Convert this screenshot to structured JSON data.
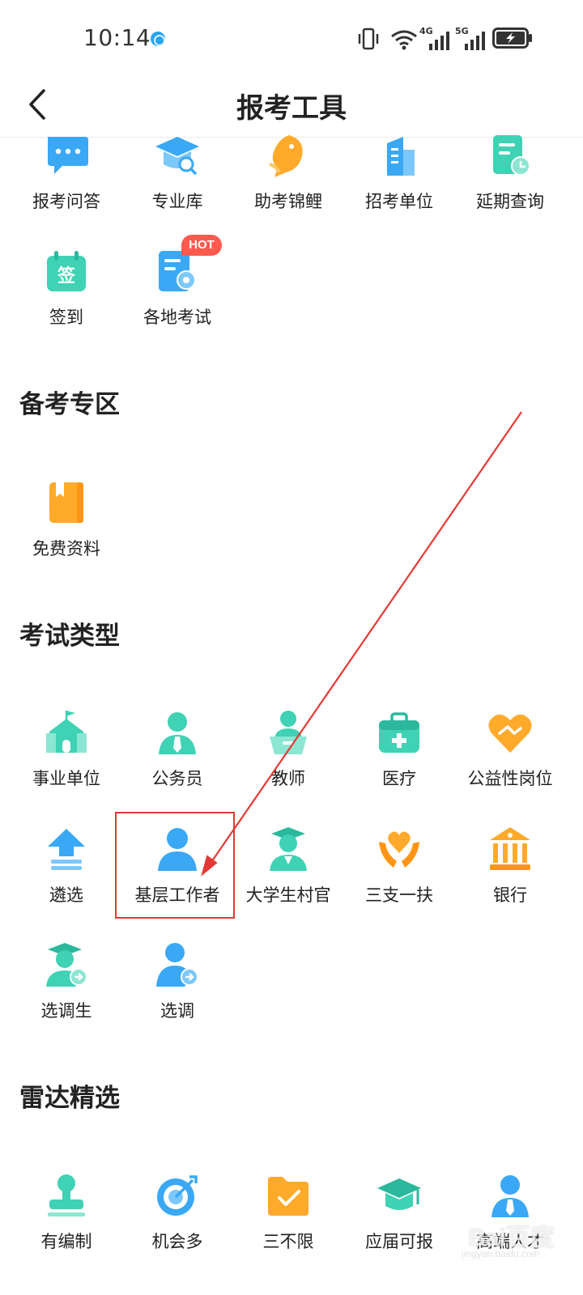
{
  "status_bar": {
    "time": "10:14",
    "net1": "4G",
    "net2": "5G"
  },
  "header": {
    "title": "报考工具"
  },
  "tools": [
    {
      "label": "报考问答",
      "icon": "chat-bubble-icon"
    },
    {
      "label": "专业库",
      "icon": "graduation-cap-search-icon"
    },
    {
      "label": "助考锦鲤",
      "icon": "koi-fish-icon"
    },
    {
      "label": "招考单位",
      "icon": "building-icon"
    },
    {
      "label": "延期查询",
      "icon": "document-clock-icon"
    },
    {
      "label": "签到",
      "icon": "calendar-sign-icon"
    },
    {
      "label": "各地考试",
      "icon": "document-location-icon",
      "badge": "HOT"
    }
  ],
  "sections": {
    "prep": {
      "title": "备考专区",
      "items": [
        {
          "label": "免费资料",
          "icon": "book-icon"
        }
      ]
    },
    "exam_types": {
      "title": "考试类型",
      "items": [
        {
          "label": "事业单位",
          "icon": "school-building-icon"
        },
        {
          "label": "公务员",
          "icon": "person-tie-icon"
        },
        {
          "label": "教师",
          "icon": "teacher-podium-icon"
        },
        {
          "label": "医疗",
          "icon": "medical-kit-icon"
        },
        {
          "label": "公益性岗位",
          "icon": "heart-handshake-icon"
        },
        {
          "label": "遴选",
          "icon": "arrow-up-icon"
        },
        {
          "label": "基层工作者",
          "icon": "person-icon"
        },
        {
          "label": "大学生村官",
          "icon": "graduate-person-icon"
        },
        {
          "label": "三支一扶",
          "icon": "heart-hands-icon"
        },
        {
          "label": "银行",
          "icon": "bank-icon"
        },
        {
          "label": "选调生",
          "icon": "graduate-arrow-icon"
        },
        {
          "label": "选调",
          "icon": "person-arrow-icon"
        }
      ]
    },
    "radar": {
      "title": "雷达精选",
      "items": [
        {
          "label": "有编制",
          "icon": "stamp-icon"
        },
        {
          "label": "机会多",
          "icon": "target-icon"
        },
        {
          "label": "三不限",
          "icon": "folder-check-icon"
        },
        {
          "label": "应届可报",
          "icon": "graduation-cap-icon"
        },
        {
          "label": "高端人才",
          "icon": "person-tie-icon"
        }
      ]
    }
  },
  "watermark": {
    "text": "Bai百度",
    "url": "jingyan.baidu.com"
  },
  "colors": {
    "teal": "#3fd2b4",
    "blue": "#3aa8f5",
    "orange": "#ffaa2b",
    "annotation_red": "#e53935",
    "hot_badge": "#ff5a4e"
  }
}
